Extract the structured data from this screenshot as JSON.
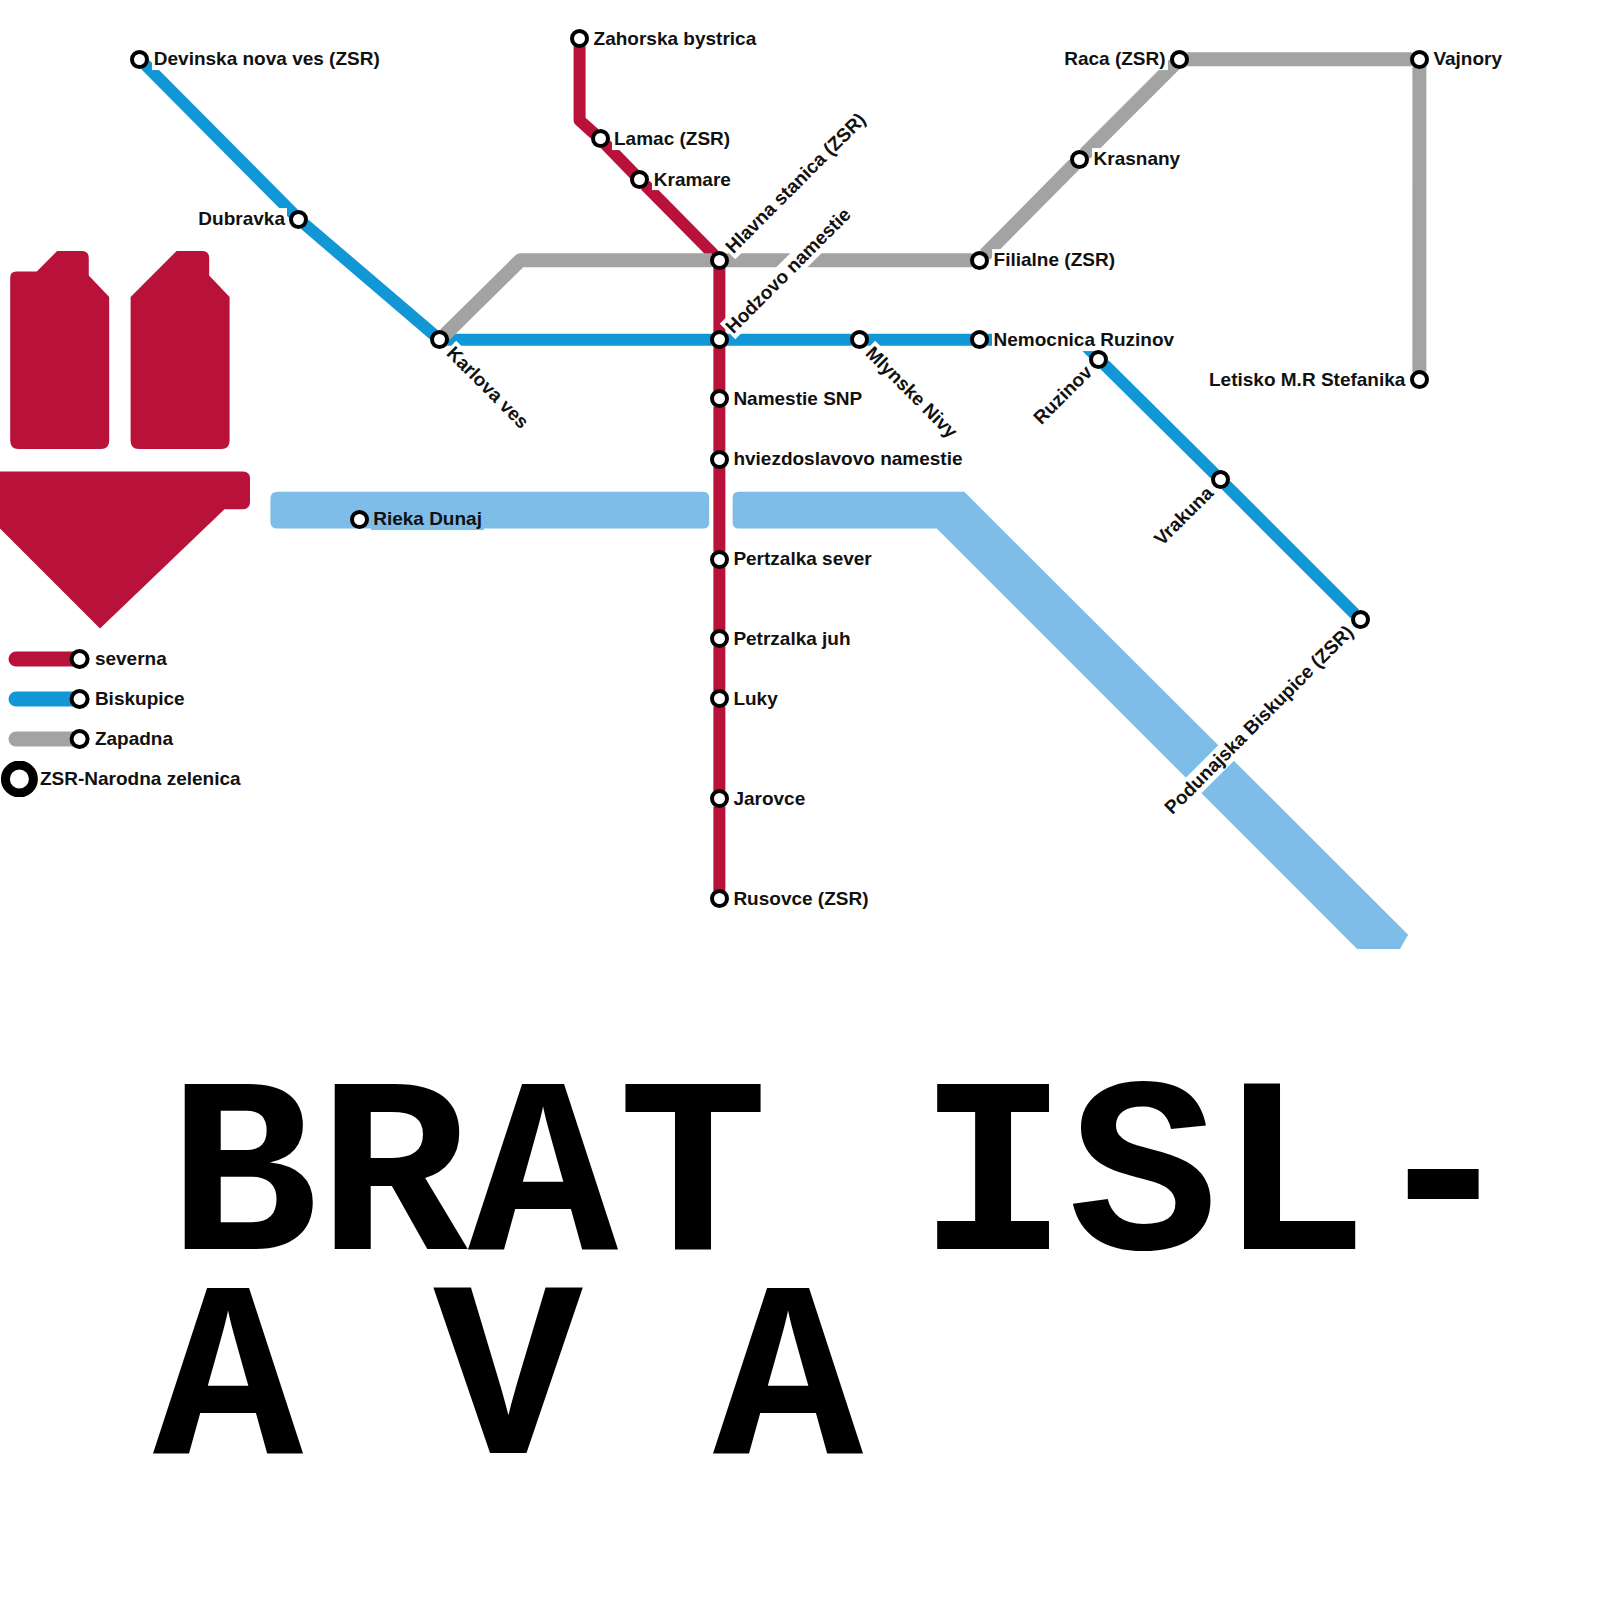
{
  "diagram": {
    "nodes": [
      {
        "text": [
          "Devinska nova ves (ZSR)"
        ]
      },
      {
        "text": [
          "Dubravka"
        ]
      },
      {
        "text": [
          "Karlova ves"
        ]
      },
      {
        "text": [
          "Zahorska bystrica"
        ]
      },
      {
        "text": [
          "Lamac (ZSR)"
        ]
      },
      {
        "text": [
          "Kramare"
        ]
      },
      {
        "text": [
          "Hlavna stanica (ZSR)"
        ]
      },
      {
        "text": [
          "Hodzovo namestie"
        ]
      },
      {
        "text": [
          "Mlynske Nivy"
        ]
      },
      {
        "text": [
          "Nemocnica Ruzinov"
        ]
      },
      {
        "text": [
          "Ruzinov"
        ]
      },
      {
        "text": [
          "Vrakuna"
        ]
      },
      {
        "text": [
          "Podunajska Biskupice (ZSR)"
        ]
      },
      {
        "text": [
          "Filialne (ZSR)"
        ]
      },
      {
        "text": [
          "Krasnany"
        ]
      },
      {
        "text": [
          "Raca (ZSR)"
        ]
      },
      {
        "text": [
          "Vajnory"
        ]
      },
      {
        "text": [
          "Letisko M.R Stefanika"
        ]
      },
      {
        "text": [
          "Namestie SNP"
        ]
      },
      {
        "text": [
          "hviezdoslavovo namestie"
        ]
      },
      {
        "text": [
          "Rieka Dunaj"
        ]
      },
      {
        "text": [
          "Pertzalka sever"
        ]
      },
      {
        "text": [
          "Petrzalka juh"
        ]
      },
      {
        "text": [
          "Luky"
        ]
      },
      {
        "text": [
          "Jarovce"
        ]
      },
      {
        "text": [
          "Rusovce (ZSR)"
        ]
      }
    ],
    "edges": [
      {
        "from": 0,
        "to": 1,
        "arrow": "none"
      },
      {
        "from": 1,
        "to": 2,
        "arrow": "none"
      },
      {
        "from": 2,
        "to": 7,
        "arrow": "none"
      },
      {
        "from": 7,
        "to": 8,
        "arrow": "none"
      },
      {
        "from": 8,
        "to": 9,
        "arrow": "none"
      },
      {
        "from": 9,
        "to": 10,
        "arrow": "none"
      },
      {
        "from": 10,
        "to": 11,
        "arrow": "none"
      },
      {
        "from": 11,
        "to": 12,
        "arrow": "none"
      },
      {
        "from": 3,
        "to": 4,
        "arrow": "none"
      },
      {
        "from": 4,
        "to": 5,
        "arrow": "none"
      },
      {
        "from": 5,
        "to": 6,
        "arrow": "none"
      },
      {
        "from": 6,
        "to": 7,
        "arrow": "none"
      },
      {
        "from": 7,
        "to": 18,
        "arrow": "none"
      },
      {
        "from": 18,
        "to": 19,
        "arrow": "none"
      },
      {
        "from": 19,
        "to": 21,
        "arrow": "none"
      },
      {
        "from": 21,
        "to": 22,
        "arrow": "none"
      },
      {
        "from": 22,
        "to": 23,
        "arrow": "none"
      },
      {
        "from": 23,
        "to": 24,
        "arrow": "none"
      },
      {
        "from": 24,
        "to": 25,
        "arrow": "none"
      },
      {
        "from": 2,
        "to": 6,
        "arrow": "none"
      },
      {
        "from": 6,
        "to": 13,
        "arrow": "none"
      },
      {
        "from": 13,
        "to": 14,
        "arrow": "none"
      },
      {
        "from": 14,
        "to": 15,
        "arrow": "none"
      },
      {
        "from": 15,
        "to": 16,
        "arrow": "none"
      },
      {
        "from": 16,
        "to": 17,
        "arrow": "none"
      }
    ],
    "labels": [
      "BRAT ISL-",
      "AVA"
    ],
    "legend": [
      {
        "text": "severna",
        "color": "#b8123a"
      },
      {
        "text": "Biskupice",
        "color": "#1196d6"
      },
      {
        "text": "Zapadna",
        "color": "#a3a3a3"
      },
      {
        "text": "ZSR-Narodna zelenica"
      }
    ]
  }
}
